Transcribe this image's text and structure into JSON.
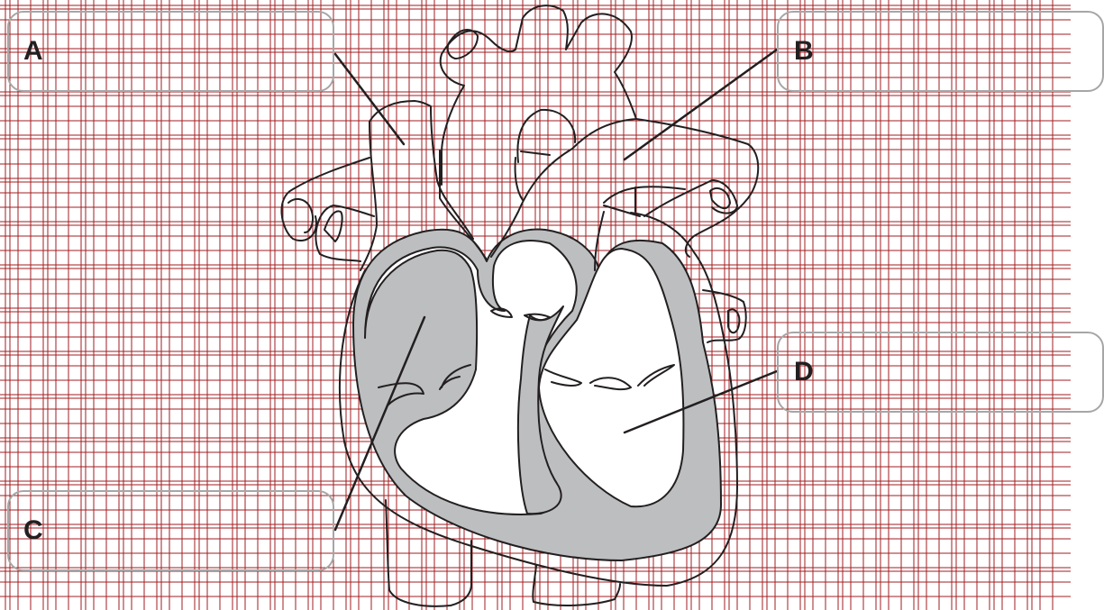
{
  "diagram": {
    "subject": "heart-cross-section",
    "labels": [
      {
        "id": "a",
        "letter": "A",
        "answer": ""
      },
      {
        "id": "b",
        "letter": "B",
        "answer": ""
      },
      {
        "id": "c",
        "letter": "C",
        "answer": ""
      },
      {
        "id": "d",
        "letter": "D",
        "answer": ""
      }
    ],
    "colors": {
      "grid": "#a21d21",
      "outline": "#231f20",
      "muscle_fill": "#bcbec0",
      "box_border": "#a6a6a6"
    }
  }
}
